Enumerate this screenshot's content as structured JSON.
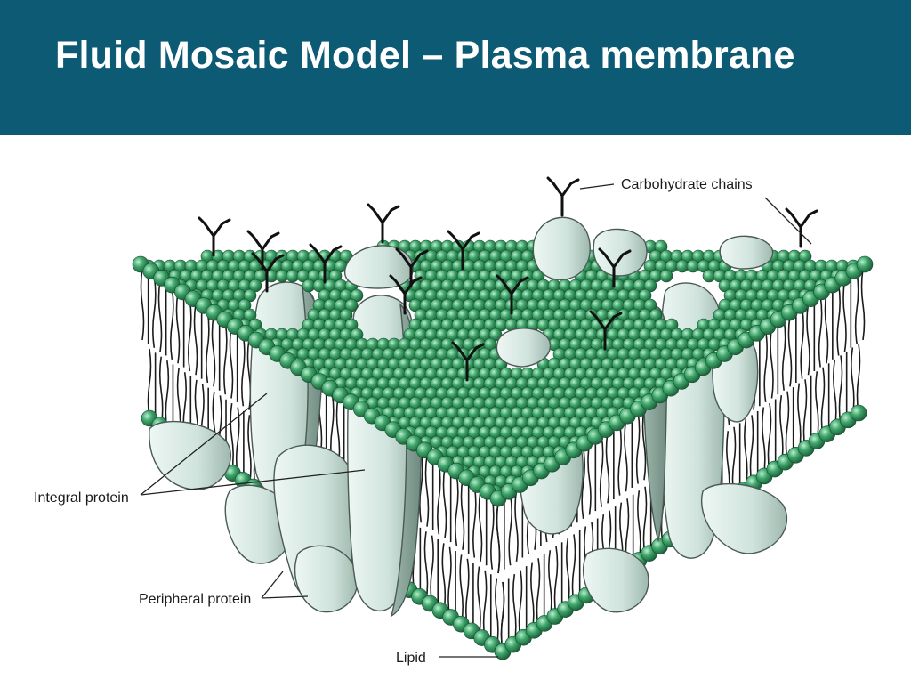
{
  "slide": {
    "title": "Fluid Mosaic Model – Plasma membrane"
  },
  "labels": {
    "carbohydrate": "Carbohydrate chains",
    "integral": "Integral protein",
    "peripheral": "Peripheral protein",
    "lipid": "Lipid"
  },
  "colors": {
    "header_bg": "#0c5a73",
    "title_text": "#ffffff",
    "lipid_head": "#3a9a62",
    "protein": "#cfe3dc"
  }
}
